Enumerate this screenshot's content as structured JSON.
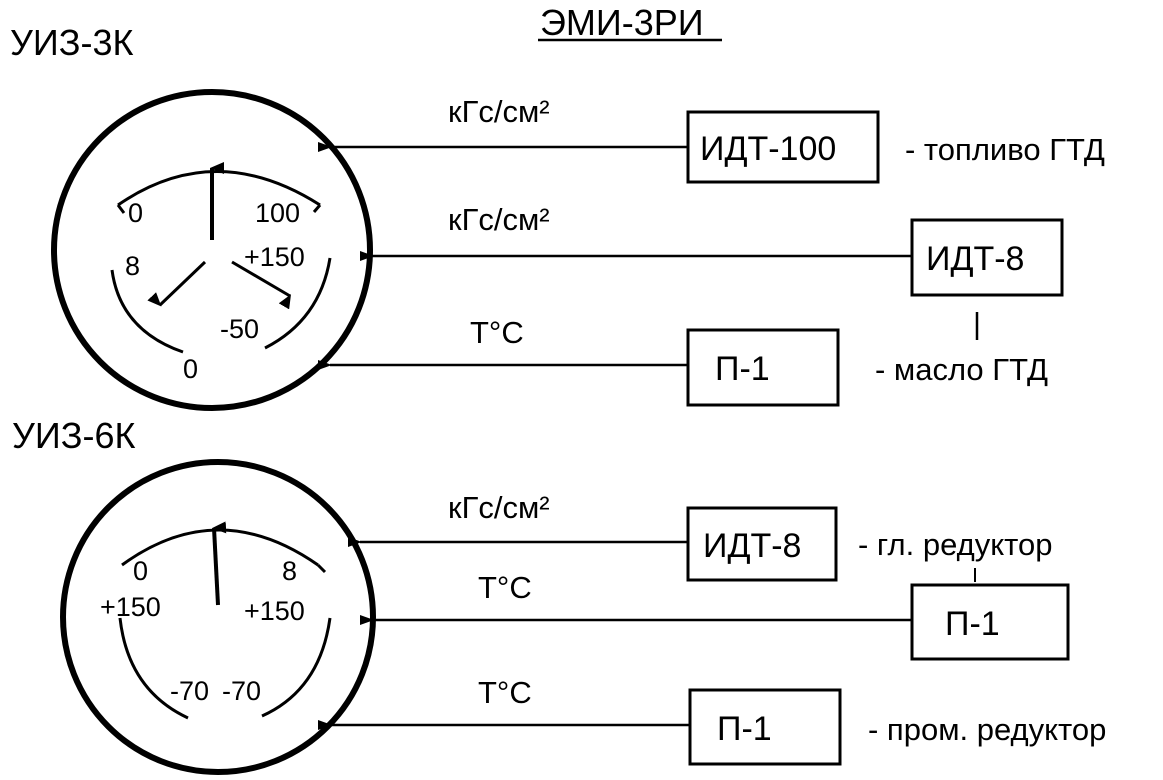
{
  "title": "ЭМИ-3РИ",
  "gauge1": {
    "name": "УИЗ-3К",
    "scales": {
      "fuel_min": "0",
      "fuel_max": "100",
      "oil_p_max": "8",
      "oil_t_max": "+150",
      "oil_t_min": "-50",
      "oil_p_min": "0"
    }
  },
  "gauge2": {
    "name": "УИЗ-6К",
    "scales": {
      "p_min": "0",
      "p_max": "8",
      "t_left_max": "+150",
      "t_right_max": "+150",
      "t_left_min": "-70",
      "t_right_min": "-70"
    }
  },
  "links": [
    {
      "unit": "кГс/см²",
      "sensor": "ИДТ-100",
      "desc": "- топливо ГТД"
    },
    {
      "unit": "кГс/см²",
      "sensor": "ИДТ-8",
      "desc": ""
    },
    {
      "unit": "T°C",
      "sensor": "П-1",
      "desc": "- масло ГТД"
    },
    {
      "unit": "кГс/см²",
      "sensor": "ИДТ-8",
      "desc": "- гл. редуктор"
    },
    {
      "unit": "T°C",
      "sensor": "П-1",
      "desc": ""
    },
    {
      "unit": "T°C",
      "sensor": "П-1",
      "desc": "- пром. редуктор"
    }
  ],
  "colors": {
    "ink": "#000000",
    "paper": "#ffffff"
  }
}
